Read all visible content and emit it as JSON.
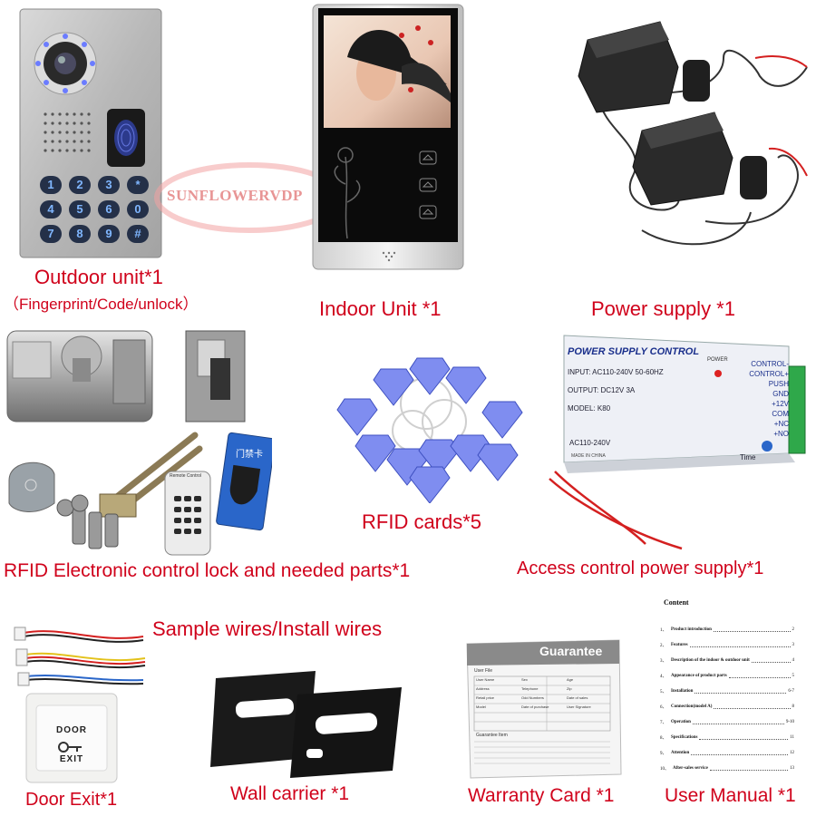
{
  "watermark": "SUNFLOWERVDP",
  "outdoor_unit": {
    "caption": "Outdoor unit*1",
    "subcaption": "（Fingerprint/Code/unlock）",
    "keypad": [
      "1",
      "2",
      "3",
      "*",
      "4",
      "5",
      "6",
      "0",
      "7",
      "8",
      "9",
      "#"
    ]
  },
  "indoor_unit": {
    "caption": "Indoor Unit *1"
  },
  "power_supply": {
    "caption": "Power supply *1"
  },
  "rfid_lock": {
    "caption": "RFID Electronic control lock and needed parts*1",
    "remote_label": "Remote Control",
    "card_text": "门禁卡"
  },
  "rfid_cards": {
    "caption": "RFID cards*5"
  },
  "access_psu": {
    "caption": "Access control power supply*1",
    "title": "POWER SUPPLY CONTROL",
    "power_label": "POWER",
    "lines": [
      "INPUT: AC110-240V  50-60HZ",
      "OUTPUT: DC12V   3A",
      "MODEL: K80"
    ],
    "terminals": [
      "CONTROL-",
      "CONTROL+",
      "PUSH",
      "GND",
      "+12V",
      "COM",
      "+NC",
      "+NO"
    ],
    "ac_label": "AC110-240V",
    "made_in": "MADE IN CHINA",
    "time_label": "Time"
  },
  "wires": {
    "caption": "Sample wires/Install wires"
  },
  "door_exit": {
    "caption": "Door Exit*1",
    "line1": "DOOR",
    "line2": "EXIT"
  },
  "wall_carrier": {
    "caption": "Wall carrier *1"
  },
  "warranty": {
    "caption": "Warranty Card *1",
    "title": "Guarantee",
    "user_file": "User File",
    "fields": [
      "User Name",
      "Sex",
      "Age",
      "Address",
      "Telephone",
      "Zip",
      "Retail price",
      "Odd Numbers",
      "Date of sales",
      "Model",
      "Date of purchase",
      "User Signature"
    ],
    "notes_title": "Guarantee  Item"
  },
  "manual": {
    "caption": "User Manual *1",
    "title": "Content",
    "toc": [
      {
        "n": "1、",
        "t": "Product introduction",
        "p": "2"
      },
      {
        "n": "2、",
        "t": "Features",
        "p": "3"
      },
      {
        "n": "3、",
        "t": "Description of the indoor & outdoor unit",
        "p": "4"
      },
      {
        "n": "4、",
        "t": "Appearance of product parts",
        "p": "5"
      },
      {
        "n": "5、",
        "t": "Installation",
        "p": "6-7"
      },
      {
        "n": "6、",
        "t": "Connection(model A)",
        "p": "8"
      },
      {
        "n": "7、",
        "t": "Operation",
        "p": "9-10"
      },
      {
        "n": "8、",
        "t": "Specifications",
        "p": "11"
      },
      {
        "n": "9、",
        "t": "Attention",
        "p": "12"
      },
      {
        "n": "10、",
        "t": "After-sales service",
        "p": "13"
      }
    ]
  }
}
